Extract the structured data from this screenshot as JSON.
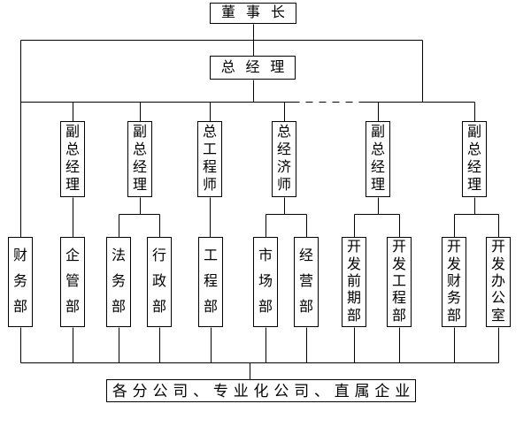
{
  "page": {
    "background_color": "#ffffff",
    "line_color": "#000000",
    "box_border_color": "#000000",
    "text_color": "#000000"
  },
  "org_chart": {
    "chairman": {
      "label": "董事长"
    },
    "general_manager": {
      "label": "总经理"
    },
    "executives": [
      {
        "label": "副总经理"
      },
      {
        "label": "副总经理"
      },
      {
        "label": "总工程师"
      },
      {
        "label": "总经济师"
      },
      {
        "label": "副总经理"
      },
      {
        "label": "副总经理"
      }
    ],
    "departments": [
      {
        "label": "财务部"
      },
      {
        "label": "企管部"
      },
      {
        "label": "法务部"
      },
      {
        "label": "行政部"
      },
      {
        "label": "工程部"
      },
      {
        "label": "市场部"
      },
      {
        "label": "经营部"
      },
      {
        "label": "开发前期部"
      },
      {
        "label": "开发工程部"
      },
      {
        "label": "开发财务部"
      },
      {
        "label": "开发办公室"
      }
    ],
    "subsidiaries": {
      "label": "各分公司、专业化公司、直属企业"
    }
  }
}
